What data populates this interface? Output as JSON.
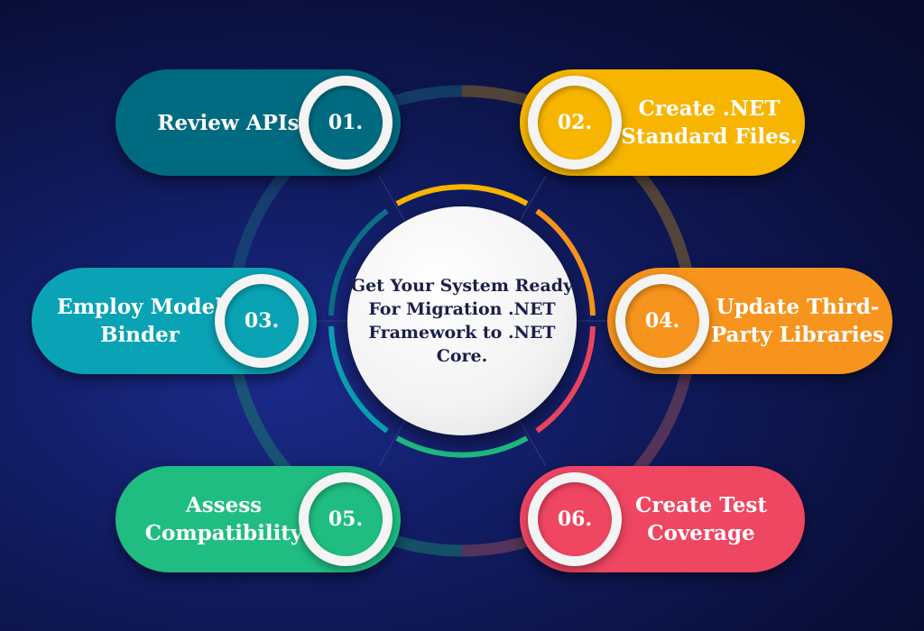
{
  "title": "Get Your System Ready For Migration .NET Framework to .NET Core.",
  "colors": {
    "step1": "#006b80",
    "step2": "#f7b500",
    "step3": "#0aa3b5",
    "step4": "#f7941d",
    "step5": "#1fbd82",
    "step6": "#ef4662"
  },
  "steps": [
    {
      "number": "01.",
      "label": "Review APIs"
    },
    {
      "number": "02.",
      "label": "Create .NET Standard Files."
    },
    {
      "number": "03.",
      "label": "Employ Model Binder"
    },
    {
      "number": "04.",
      "label": "Update Third-Party Libraries"
    },
    {
      "number": "05.",
      "label": "Assess Compatibility"
    },
    {
      "number": "06.",
      "label": "Create Test Coverage"
    }
  ]
}
